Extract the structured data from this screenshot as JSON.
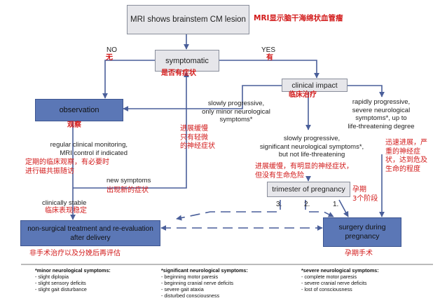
{
  "nodes": {
    "mri": "MRI shows brainstem CM lesion",
    "symptomatic": "symptomatic",
    "observation": "observation",
    "clinical_impact": "clinical impact",
    "trimester": "trimester of pregnancy",
    "nonsurgical": "non-surgical treatment and re-evaluation after delivery",
    "surgery": "surgery during pregnancy"
  },
  "labels": {
    "no": "NO",
    "yes": "YES",
    "slowly_minor": [
      "slowly progressive,",
      "only minor neurological",
      "symptoms*"
    ],
    "slowly_significant": [
      "slowly progressive,",
      "significant neurological symptoms*,",
      "but not life-threatening"
    ],
    "rapidly": [
      "rapidly progressive,",
      "severe neurological",
      "symptoms*, up to",
      "life-threatening degree"
    ],
    "monitoring": [
      "regular clinical monitoring,",
      "MRI control if indicated"
    ],
    "new_symptoms": "new symptoms",
    "clinically_stable": "clinically stable",
    "tri1": "1.",
    "tri2": "2.",
    "tri3": "3."
  },
  "chinese": {
    "mri": "MRI显示脑干海绵状血管瘤",
    "no": "无",
    "symptomatic": "是否有症状",
    "yes": "有",
    "clinical_impact": "临床治疗",
    "observation": "观察",
    "slow_minor": [
      "进展缓慢",
      "只有轻微",
      "的神经症状"
    ],
    "monitoring": [
      "定期的临床观察，有必要时",
      "进行磁共振随访"
    ],
    "new_symptoms": "出现新的症状",
    "clinically_stable": "临床表现稳定",
    "slow_significant": [
      "进展缓慢，有明显的神经症状，",
      "但没有生命危险"
    ],
    "rapid": [
      "迅速进展，严",
      "重的神经症",
      "状，达到危及",
      "生命的程度"
    ],
    "trimester": [
      "孕期",
      "3个阶段"
    ],
    "nonsurgical": "非手术治疗以及分娩后再评估",
    "surgery": "孕期手术"
  },
  "footer": {
    "minor": {
      "title": "*minor neurological symptoms:",
      "items": [
        "- slight diplopia",
        "- slight sensory deficits",
        "- slight gait disturbance"
      ]
    },
    "significant": {
      "title": "*significant neurological symptoms:",
      "items": [
        "- beginning motor paresis",
        "- beginning cranial nerve deficits",
        "- severe gait ataxia",
        "- disturbed consciousness"
      ]
    },
    "severe": {
      "title": "*severe neurological symptoms:",
      "items": [
        "- complete motor paresis",
        "- severe cranial nerve deficits",
        "- lost of consciousness"
      ]
    }
  },
  "colors": {
    "box_grey": "#e6e6ea",
    "box_blue": "#5b77b6",
    "connector": "#4a5f9a",
    "annotation_red": "#d21a1a"
  }
}
